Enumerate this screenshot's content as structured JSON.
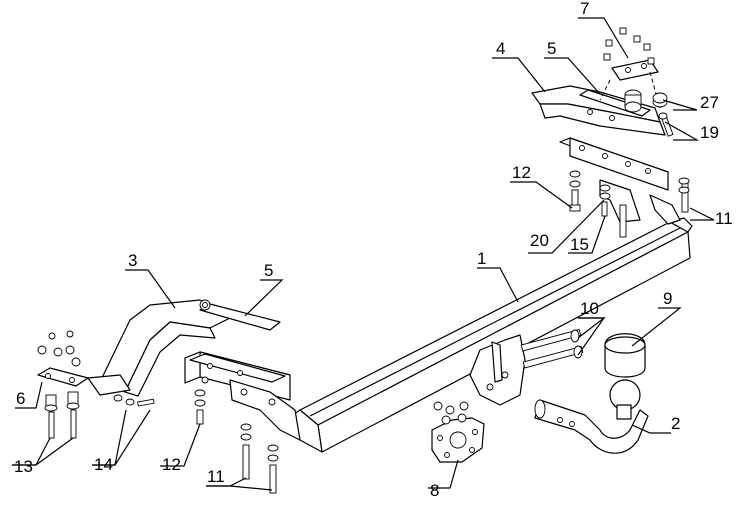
{
  "callouts": {
    "c1": "1",
    "c2": "2",
    "c3": "3",
    "c4": "4",
    "c5a": "5",
    "c5b": "5",
    "c6": "6",
    "c7": "7",
    "c8": "8",
    "c9": "9",
    "c10": "10",
    "c11a": "11",
    "c11b": "11",
    "c12a": "12",
    "c12b": "12",
    "c13": "13",
    "c14": "14",
    "c15": "15",
    "c19": "19",
    "c20": "20",
    "c27": "27"
  }
}
